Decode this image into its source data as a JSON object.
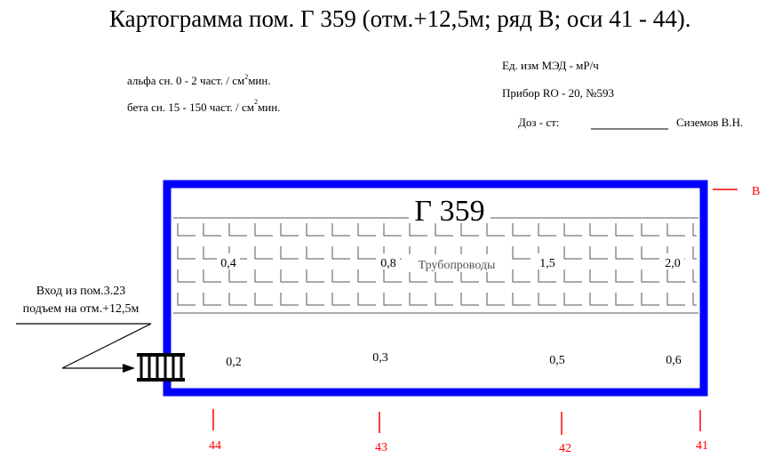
{
  "title": "Картограмма пом. Г 359 (отм.+12,5м; ряд В; оси 41 - 44).",
  "legend": {
    "alpha": {
      "prefix": "альфа сн.  0 - 2 част. / см",
      "sup": "2",
      "suffix": "мин."
    },
    "beta": {
      "prefix": "бета сн. 15 - 150 част. / см",
      "sup": "2",
      "suffix": "мин."
    }
  },
  "info": {
    "units": "Ед. изм МЭД - мР/ч",
    "device": "Прибор RO - 20, №593",
    "dosimetrist_label": "Доз - ст:",
    "dosimetrist_blank": "__________",
    "dosimetrist_name": "Сиземов В.Н."
  },
  "room": {
    "label": "Г 359",
    "pipes_label": "Трубопроводы",
    "pipe_readings": [
      "0,4",
      "0,8",
      "1,5",
      "2,0"
    ],
    "floor_readings": [
      "0,2",
      "0,3",
      "0,5",
      "0,6"
    ]
  },
  "entrance": {
    "line1": "Вход из пом.3.23",
    "line2": "подъем на отм.+12,5м"
  },
  "row_label": "В",
  "axes": [
    "44",
    "43",
    "42",
    "41"
  ],
  "colors": {
    "wall": "#0000ff",
    "axis": "#ff0000",
    "text": "#000000",
    "hatch": "#555555"
  }
}
